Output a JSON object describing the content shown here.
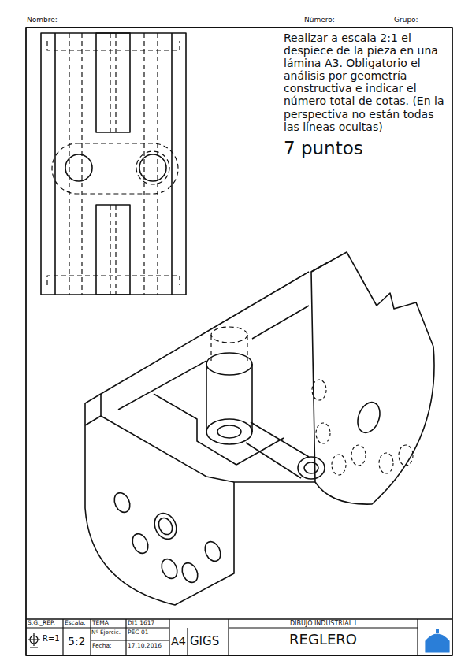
{
  "diagram": {
    "labels": [
      "Nombre:",
      "Número:",
      "Grupo:",
      "Realizar a escala 2:1 el despiece de la pieza en una lámina A3. Obligatorio el análisis por geometría constructiva e indicar el número total de cotas. (En la perspectiva no están todas las líneas ocultas)",
      "7 puntos",
      "S.G._REP.",
      "Escala:",
      "TEMA",
      "DI1 1617",
      "DIBUJO INDUSTRIAL I",
      "R=1",
      "5:2",
      "Nº Ejercic.",
      "PEC 01",
      "Fecha:",
      "17.10.2016",
      "A4",
      "GIGS",
      "REGLERO"
    ]
  }
}
